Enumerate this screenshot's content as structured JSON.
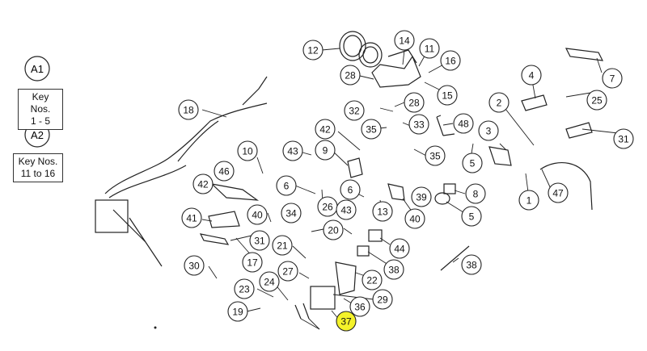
{
  "assembly_labels": [
    {
      "label": "A1",
      "key_nos_title": "Key Nos.",
      "key_nos_range": "1 - 5"
    },
    {
      "label": "A2",
      "key_nos_title": "Key Nos.",
      "key_nos_range": "11 to 16"
    }
  ],
  "callouts": [
    "12",
    "14",
    "11",
    "16",
    "15",
    "28",
    "7",
    "4",
    "25",
    "18",
    "32",
    "28",
    "33",
    "35",
    "48",
    "2",
    "3",
    "31",
    "42",
    "9",
    "43",
    "10",
    "46",
    "35",
    "5",
    "6",
    "6",
    "42",
    "39",
    "8",
    "34",
    "26",
    "43",
    "13",
    "40",
    "5",
    "1",
    "47",
    "41",
    "40",
    "31",
    "20",
    "44",
    "38",
    "21",
    "17",
    "38",
    "30",
    "27",
    "22",
    "23",
    "24",
    "29",
    "36",
    "19",
    "37"
  ],
  "highlighted_callout": "37",
  "colors": {
    "highlight": "#f4f22a",
    "line": "#222222",
    "background": "#ffffff"
  }
}
